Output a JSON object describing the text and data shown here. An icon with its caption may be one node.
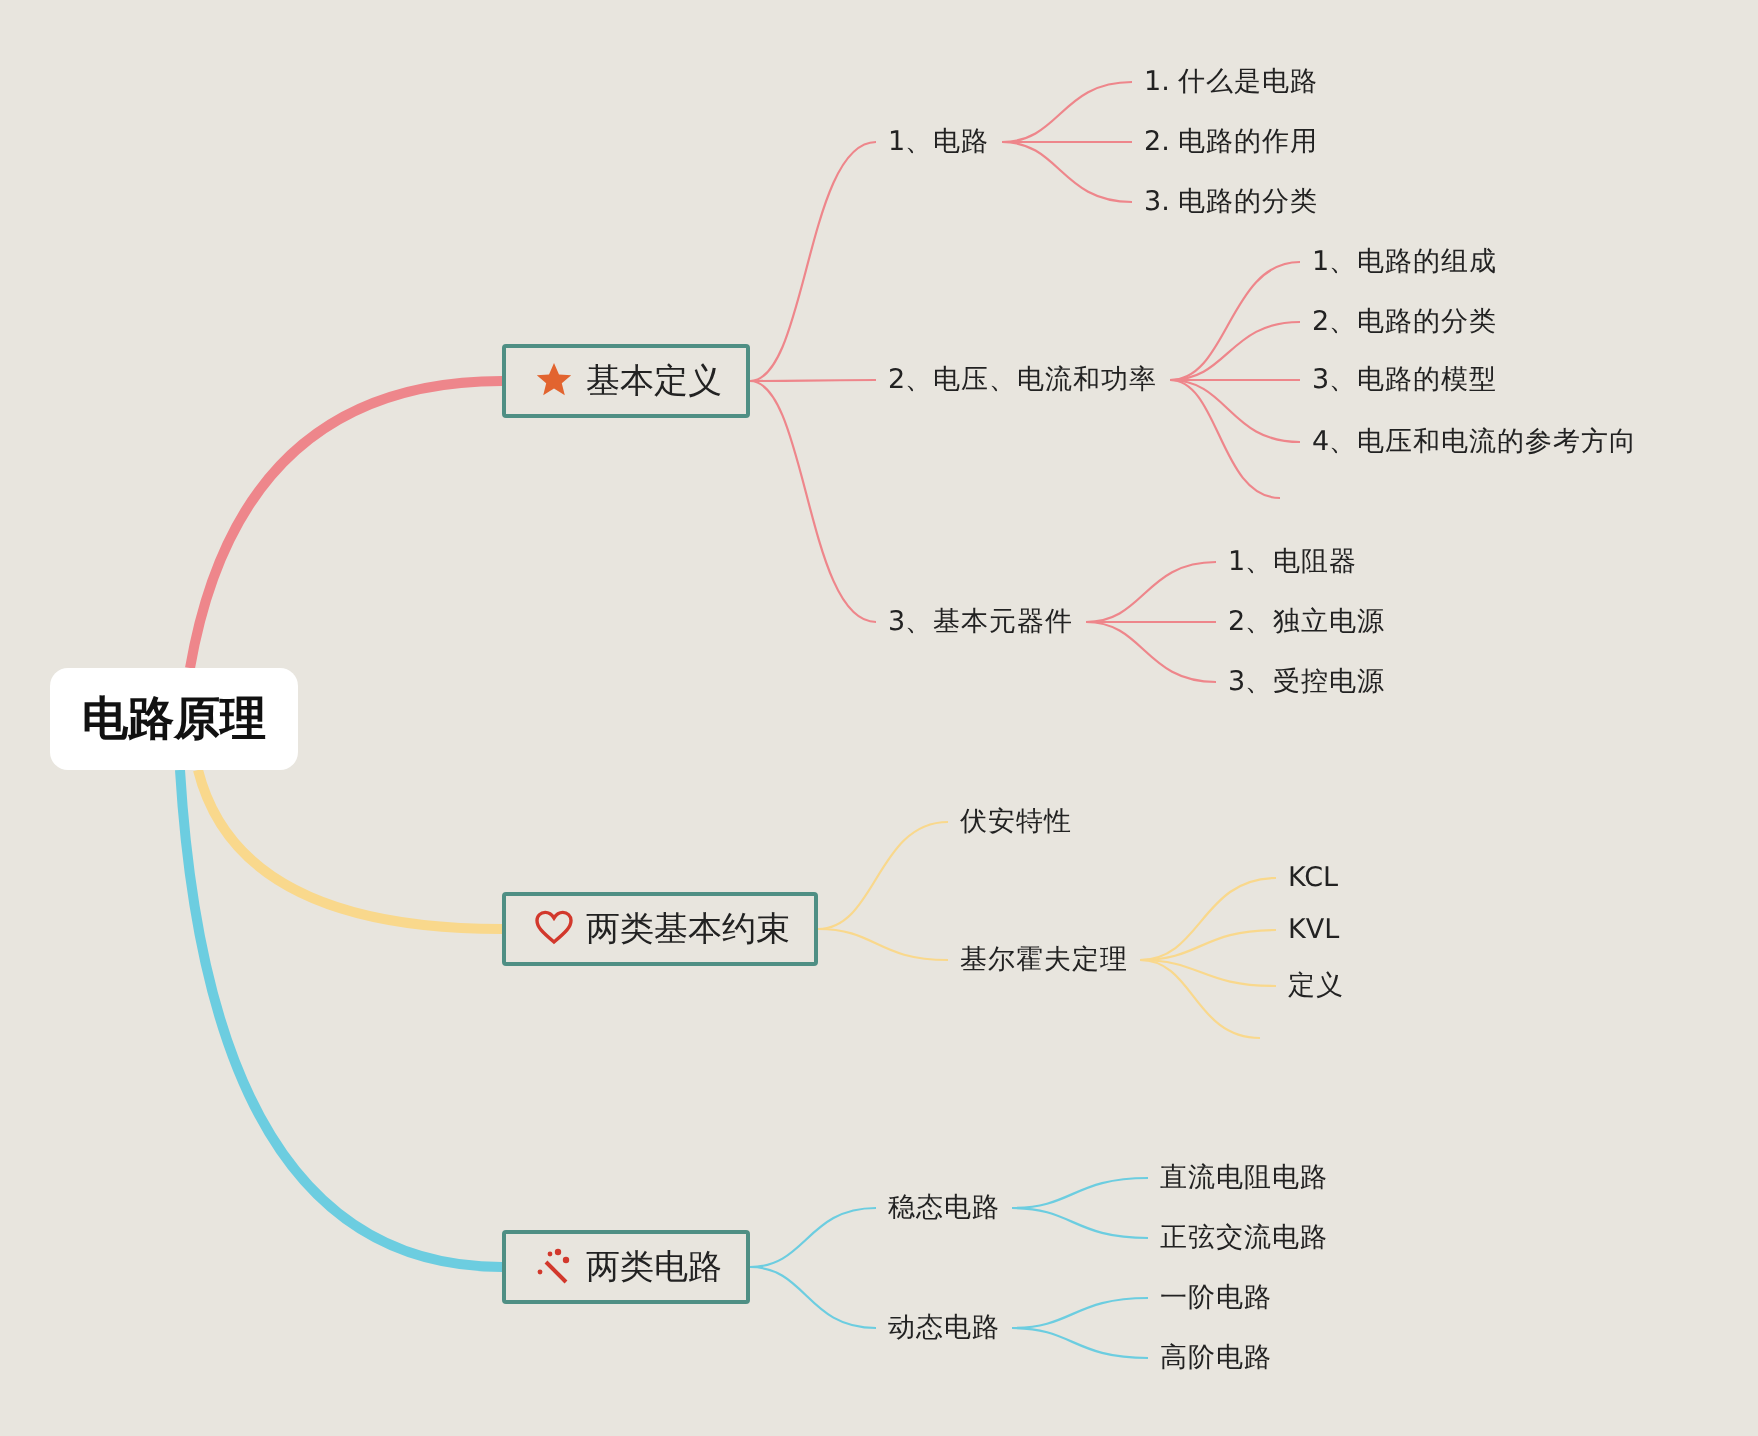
{
  "diagram": {
    "nodes": [
      {
        "text": [
          "电路原理"
        ]
      },
      {
        "text": [
          "基本定义"
        ]
      },
      {
        "text": [
          "1、电路"
        ]
      },
      {
        "text": [
          "1. 什么是电路"
        ]
      },
      {
        "text": [
          "2. 电路的作用"
        ]
      },
      {
        "text": [
          "3. 电路的分类"
        ]
      },
      {
        "text": [
          "2、电压、电流和功率"
        ]
      },
      {
        "text": [
          "1、电路的组成"
        ]
      },
      {
        "text": [
          "2、电路的分类"
        ]
      },
      {
        "text": [
          "3、电路的模型"
        ]
      },
      {
        "text": [
          "4、电压和电流的参考方向"
        ]
      },
      {
        "text": [
          "3、基本元器件"
        ]
      },
      {
        "text": [
          "1、电阻器"
        ]
      },
      {
        "text": [
          "2、独立电源"
        ]
      },
      {
        "text": [
          "3、受控电源"
        ]
      },
      {
        "text": [
          "两类基本约束"
        ]
      },
      {
        "text": [
          "伏安特性"
        ]
      },
      {
        "text": [
          "基尔霍夫定理"
        ]
      },
      {
        "text": [
          "KCL"
        ]
      },
      {
        "text": [
          "KVL"
        ]
      },
      {
        "text": [
          "定义"
        ]
      },
      {
        "text": [
          "两类电路"
        ]
      },
      {
        "text": [
          "稳态电路"
        ]
      },
      {
        "text": [
          "直流电阻电路"
        ]
      },
      {
        "text": [
          "正弦交流电路"
        ]
      },
      {
        "text": [
          "动态电路"
        ]
      },
      {
        "text": [
          "一阶电路"
        ]
      },
      {
        "text": [
          "高阶电路"
        ]
      }
    ],
    "edges": [
      {
        "from": 0,
        "to": 1,
        "arrow": "none",
        "style": "thick"
      },
      {
        "from": 1,
        "to": 2,
        "arrow": "none"
      },
      {
        "from": 2,
        "to": 3,
        "arrow": "none"
      },
      {
        "from": 2,
        "to": 4,
        "arrow": "none"
      },
      {
        "from": 2,
        "to": 5,
        "arrow": "none"
      },
      {
        "from": 1,
        "to": 6,
        "arrow": "none"
      },
      {
        "from": 6,
        "to": 7,
        "arrow": "none"
      },
      {
        "from": 6,
        "to": 8,
        "arrow": "none"
      },
      {
        "from": 6,
        "to": 9,
        "arrow": "none"
      },
      {
        "from": 6,
        "to": 10,
        "arrow": "none"
      },
      {
        "from": 6,
        "to": null,
        "arrow": "none"
      },
      {
        "from": 1,
        "to": 11,
        "arrow": "none"
      },
      {
        "from": 11,
        "to": 12,
        "arrow": "none"
      },
      {
        "from": 11,
        "to": 13,
        "arrow": "none"
      },
      {
        "from": 11,
        "to": 14,
        "arrow": "none"
      },
      {
        "from": 0,
        "to": 15,
        "arrow": "none",
        "style": "thick",
        "color": "#f9d88c"
      },
      {
        "from": 15,
        "to": 16,
        "arrow": "none",
        "color": "#f9d88c"
      },
      {
        "from": 15,
        "to": 17,
        "arrow": "none",
        "color": "#f9d88c"
      },
      {
        "from": 17,
        "to": 18,
        "arrow": "none",
        "color": "#f9d88c"
      },
      {
        "from": 17,
        "to": 19,
        "arrow": "none",
        "color": "#f9d88c"
      },
      {
        "from": 17,
        "to": 20,
        "arrow": "none",
        "color": "#f9d88c"
      },
      {
        "from": 17,
        "to": null,
        "arrow": "none",
        "color": "#f9d88c"
      },
      {
        "from": 0,
        "to": 21,
        "arrow": "none",
        "style": "thick",
        "color": "#6ccde0"
      },
      {
        "from": 21,
        "to": 22,
        "arrow": "none",
        "color": "#6ccde0"
      },
      {
        "from": 22,
        "to": 23,
        "arrow": "none",
        "color": "#6ccde0"
      },
      {
        "from": 22,
        "to": 24,
        "arrow": "none",
        "color": "#6ccde0"
      },
      {
        "from": 21,
        "to": 25,
        "arrow": "none",
        "color": "#6ccde0"
      },
      {
        "from": 25,
        "to": 26,
        "arrow": "none",
        "color": "#6ccde0"
      },
      {
        "from": 25,
        "to": 27,
        "arrow": "none",
        "color": "#6ccde0"
      }
    ]
  }
}
